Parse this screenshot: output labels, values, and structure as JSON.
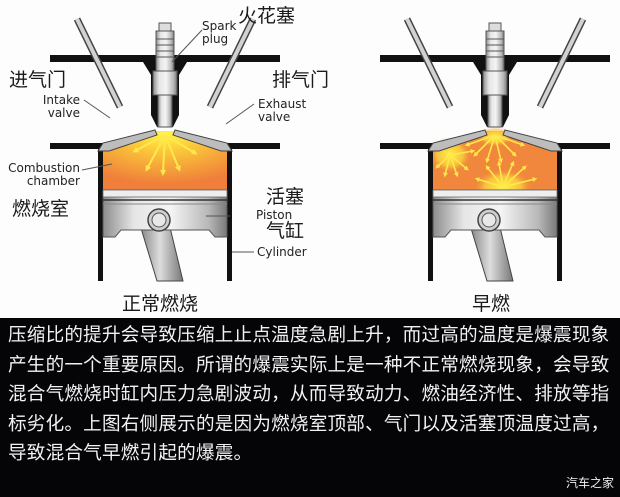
{
  "left_diagram": {
    "caption": "正常燃烧",
    "labels": {
      "spark_plug_cn": "火花塞",
      "spark_plug_en_line1": "Spark",
      "spark_plug_en_line2": "plug",
      "intake_cn": "进气门",
      "intake_en_line1": "Intake",
      "intake_en_line2": "valve",
      "exhaust_cn": "排气门",
      "exhaust_en_line1": "Exhaust",
      "exhaust_en_line2": "valve",
      "chamber_en_line1": "Combustion",
      "chamber_en_line2": "chamber",
      "chamber_cn": "燃烧室",
      "piston_cn": "活塞",
      "piston_en": "Piston",
      "cylinder_cn": "气缸",
      "cylinder_en": "Cylinder"
    }
  },
  "right_diagram": {
    "caption": "早燃"
  },
  "colors": {
    "flame_core": "#fff24a",
    "flame_outer": "#f08a3c",
    "outline": "#111111",
    "metal": "#c9c9c9",
    "panel_bg": "#050508",
    "panel_text": "#f2f2f2"
  },
  "description": {
    "text": "压缩比的提升会导致压缩上止点温度急剧上升，而过高的温度是爆震现象产生的一个重要原因。所谓的爆震实际上是一种不正常燃烧现象，会导致混合气燃烧时缸内压力急剧波动，从而导致动力、燃油经济性、排放等指标劣化。上图右侧展示的是因为燃烧室顶部、气门以及活塞顶温度过高，导致混合气早燃引起的爆震。"
  },
  "watermark": "汽车之家"
}
